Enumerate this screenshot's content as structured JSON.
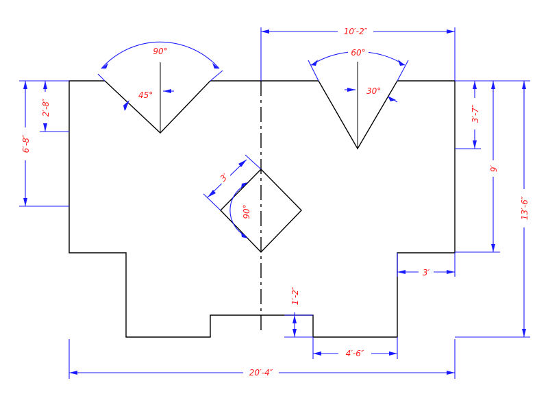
{
  "colors": {
    "object": "#000000",
    "dimension": "#1a1aff",
    "text": "#ff1a1a",
    "background": "#ffffff"
  },
  "dimensions": {
    "top_10_2": "10′-2″",
    "angle_90_left": "90°",
    "angle_45": "45°",
    "angle_60": "60°",
    "angle_30": "30°",
    "left_2_8": "2′-8″",
    "left_6_8": "6′-8″",
    "right_3_7": "3′-7″",
    "right_9": "9′",
    "right_13_6": "13′-6″",
    "diamond_3": "3′",
    "diamond_90": "90°",
    "step_3": "3′",
    "notch_1_2": "1′-2″",
    "bottom_4_6": "4′-6″",
    "overall_20_4": "20′-4″"
  }
}
